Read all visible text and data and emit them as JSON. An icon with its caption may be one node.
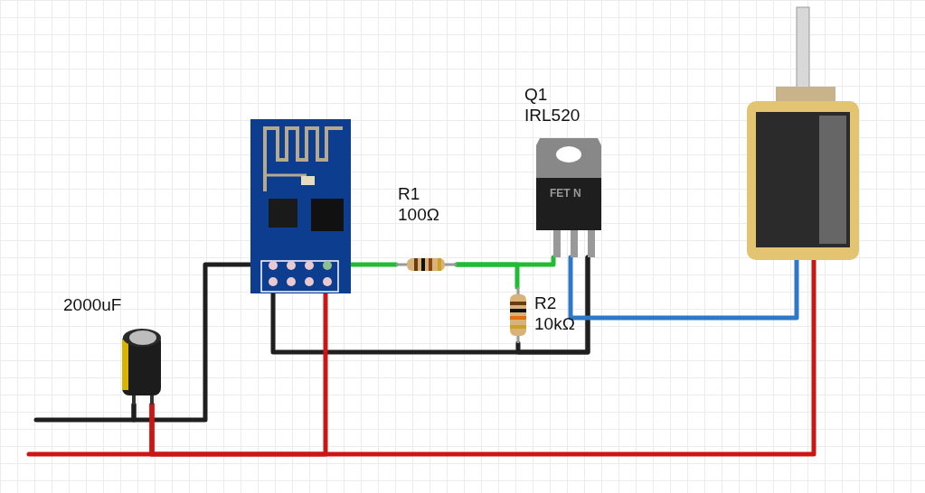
{
  "diagram": {
    "nodes": [
      {
        "text": [
          "2000uF"
        ]
      },
      {
        "text": [],
        "shape": "picture"
      },
      {
        "text": [
          "R1 100Ω"
        ]
      },
      {
        "text": [
          "R2 10kΩ"
        ]
      },
      {
        "text": [
          "Q1 IRL520",
          "FET N"
        ]
      },
      {
        "text": [],
        "shape": "picture"
      }
    ],
    "edges": [
      {
        "from": null,
        "to": 0,
        "arrow": "none",
        "color": "#1f1f1f"
      },
      {
        "from": 0,
        "to": 1,
        "arrow": "none",
        "color": "#1f1f1f"
      },
      {
        "from": 1,
        "to": 4,
        "arrow": "none",
        "color": "#1f1f1f"
      },
      {
        "from": 3,
        "to": 4,
        "arrow": "none",
        "color": "#1f1f1f"
      },
      {
        "from": 1,
        "to": 2,
        "arrow": "none",
        "color": "#22bb33"
      },
      {
        "from": 2,
        "to": 4,
        "arrow": "none",
        "color": "#22bb33"
      },
      {
        "from": 2,
        "to": 3,
        "arrow": "none",
        "color": "#22bb33"
      },
      {
        "from": 4,
        "to": 5,
        "arrow": "none",
        "color": "#2f78c8"
      },
      {
        "from": null,
        "to": 0,
        "arrow": "none",
        "color": "#cc1515"
      },
      {
        "from": 0,
        "to": 1,
        "arrow": "none",
        "color": "#cc1515"
      },
      {
        "from": 0,
        "to": 5,
        "arrow": "none",
        "color": "#cc1515"
      }
    ]
  }
}
